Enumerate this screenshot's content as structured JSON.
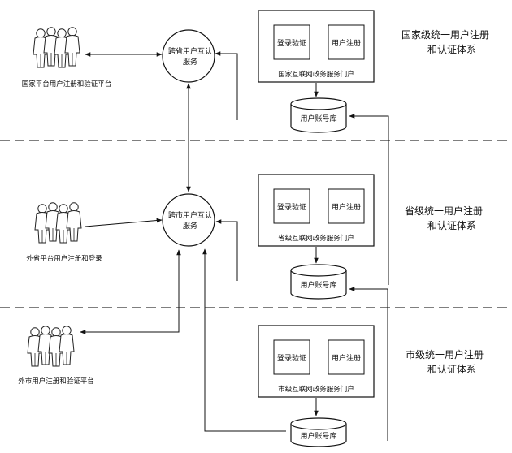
{
  "levels": [
    {
      "id": "national",
      "system_title": [
        "国家级统一用户注册",
        "和认证体系"
      ],
      "portal": {
        "login_label": "登录验证",
        "register_label": "用户注册",
        "caption": "国家互联网政务服务门户"
      },
      "account_db_label": "用户账号库",
      "auth_service_label": [
        "跨省用户互认",
        "服务"
      ],
      "users_label": "国家平台用户注册和验证平台"
    },
    {
      "id": "provincial",
      "system_title": [
        "省级统一用户注册",
        "和认证体系"
      ],
      "portal": {
        "login_label": "登录验证",
        "register_label": "用户注册",
        "caption": "省级互联网政务服务门户"
      },
      "account_db_label": "用户账号库",
      "auth_service_label": [
        "跨市用户互认",
        "服务"
      ],
      "users_label": "外省平台用户注册和登录"
    },
    {
      "id": "municipal",
      "system_title": [
        "市级统一用户注册",
        "和认证体系"
      ],
      "portal": {
        "login_label": "登录验证",
        "register_label": "用户注册",
        "caption": "市级互联网政务服务门户"
      },
      "account_db_label": "用户账号库",
      "users_label": "外市用户注册和验证平台"
    }
  ]
}
